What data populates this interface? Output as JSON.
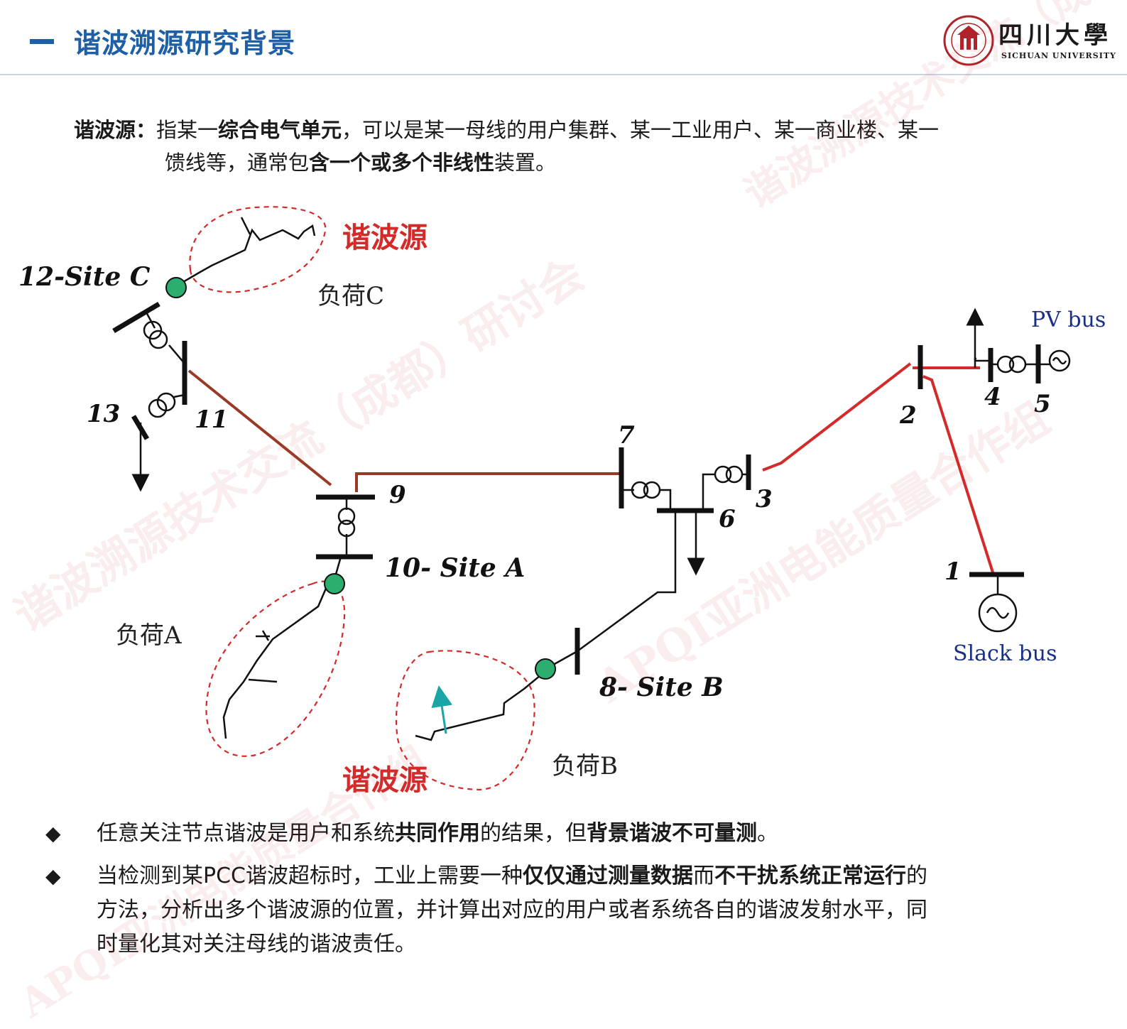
{
  "header": {
    "dash": "一",
    "title": "谐波溯源研究背景",
    "logo_cn": "四川大學",
    "logo_en": "SICHUAN UNIVERSITY"
  },
  "intro": {
    "label": "谐波源：",
    "p1": "指某一",
    "b1": "综合电气单元",
    "p2": "，可以是某一母线的用户集群、某一工业用户、某一商业楼、某一",
    "p3": "馈线等，通常包",
    "b2": "含一个或多个非线性",
    "p4": "装置。"
  },
  "diagram": {
    "source_label_top": "谐波源",
    "source_label_bottom": "谐波源",
    "load_c": "负荷C",
    "load_a": "负荷A",
    "load_b": "负荷B",
    "site_c": "12-Site C",
    "site_a": "10- Site A",
    "site_b": "8- Site B",
    "pv_bus": "PV bus",
    "slack_bus": "Slack bus",
    "bus_numbers": [
      "1",
      "2",
      "3",
      "4",
      "5",
      "6",
      "7",
      "9",
      "11",
      "13"
    ],
    "colors": {
      "red_line": "#d42a2a",
      "brown_line": "#9a3a26",
      "node": "#2cae6e",
      "bus_label": "#1a2f86"
    }
  },
  "bullets": [
    {
      "p1": "任意关注节点谐波是用户和系统",
      "b1": "共同作用",
      "p2": "的结果，但",
      "b2": "背景谐波不可量测",
      "p3": "。"
    },
    {
      "p1": "当检测到某PCC谐波超标时，工业上需要一种",
      "b1": "仅仅通过测量数据",
      "p2": "而",
      "b2": "不干扰系统正常运行",
      "p3": "的",
      "p4": "方法，分析出多个谐波源的位置，并计算出对应的用户或者系统各自的谐波发射水平，同",
      "p5": "时量化其对关注母线的谐波责任。"
    }
  ],
  "watermarks": [
    "APQI亚洲电能质量合作组",
    "谐波溯源技术交流（成都）研讨会"
  ]
}
